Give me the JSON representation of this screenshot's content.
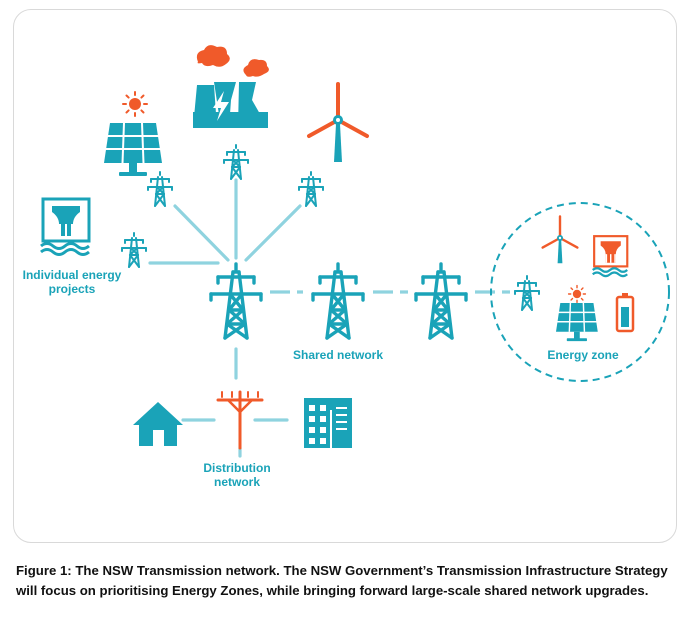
{
  "colors": {
    "teal": "#1aa3b8",
    "light_teal": "#8fd3df",
    "orange": "#f05a2a",
    "caption_text": "#111111",
    "border": "#d9d9d9"
  },
  "labels": {
    "individual_energy_projects": "Individual energy projects",
    "shared_network": "Shared network",
    "energy_zone": "Energy zone",
    "distribution_network": "Distribution network"
  },
  "icons": [
    "solar-panel-icon",
    "sun-icon",
    "power-station-icon",
    "lightning-bolt-icon",
    "wind-turbine-icon",
    "hydro-dam-icon",
    "transmission-tower-icon",
    "power-pole-icon",
    "house-icon",
    "office-building-icon",
    "battery-icon"
  ],
  "caption": "Figure 1: The NSW Transmission network. The NSW Government’s Transmission Infrastructure Strategy will focus on prioritising Energy Zones, while bringing forward large-scale shared network upgrades."
}
